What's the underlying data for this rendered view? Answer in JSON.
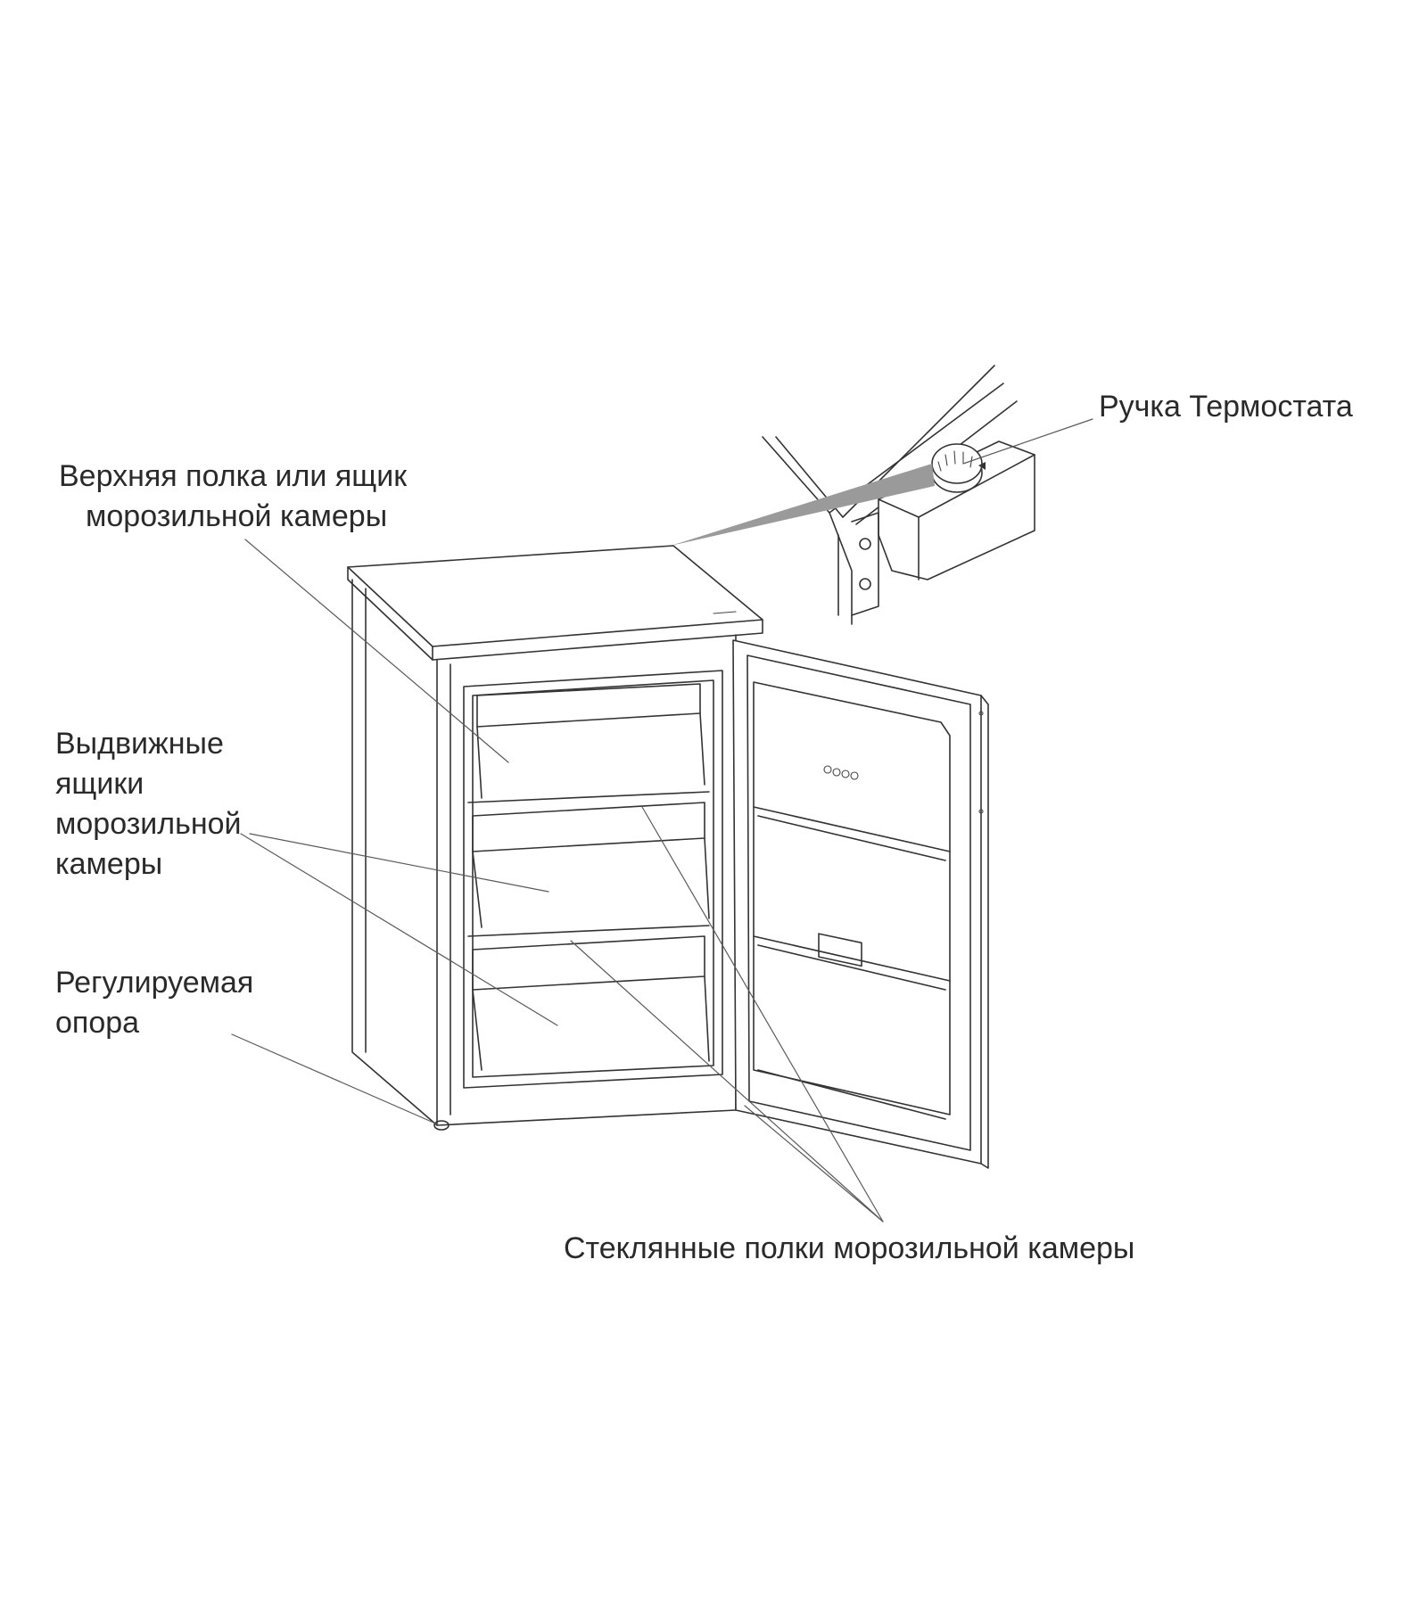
{
  "labels": {
    "thermostat_knob": "Ручка Термостата",
    "top_shelf_line1": "Верхняя полка или ящик",
    "top_shelf_line2": "морозильной камеры",
    "drawers_line1": "Выдвижные",
    "drawers_line2": "ящики",
    "drawers_line3": "морозильной",
    "drawers_line4": "камеры",
    "foot_line1": "Регулируемая",
    "foot_line2": "опора",
    "glass_shelves": "Стеклянные полки морозильной камеры"
  },
  "colors": {
    "line": "#333333",
    "leader": "#5a5a5a",
    "callout_wedge": "#9a9a9a",
    "text": "#2a2a2a",
    "background": "#ffffff"
  }
}
